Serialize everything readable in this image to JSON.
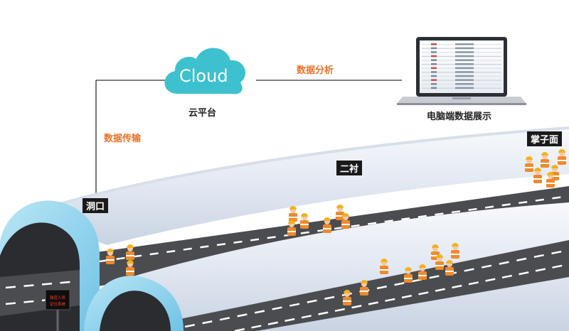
{
  "cloud": {
    "text": "Cloud",
    "label": "云平台",
    "color": "#3ec1cf"
  },
  "laptop": {
    "label": "电脑端数据展示"
  },
  "links": {
    "cloud_to_laptop": "数据分析",
    "tunnel_to_cloud": "数据传输"
  },
  "markers": {
    "entrance": "洞口",
    "village": "二衬",
    "face": "掌子面"
  },
  "led_sign": {
    "line1": "隧道人员",
    "line2": "定位系统"
  },
  "colors": {
    "accent": "#e8742a",
    "road": "#4a4c50",
    "tunnel": "#eef2f8",
    "worker_helmet": "#f2b21c",
    "worker_vest": "#ef8a2c"
  }
}
